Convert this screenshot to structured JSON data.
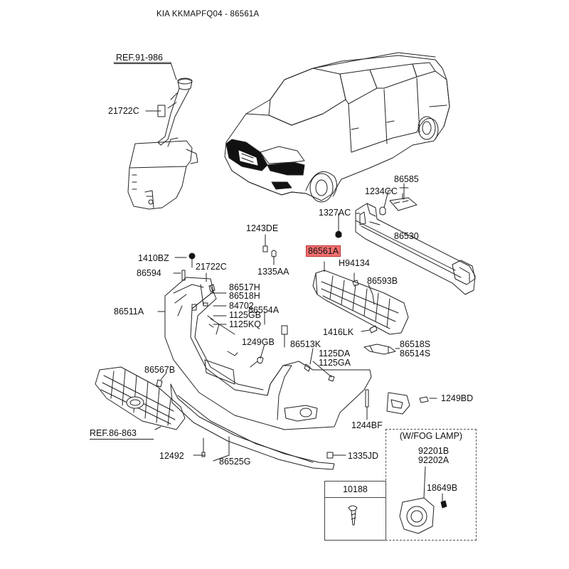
{
  "title": "KIA KKMAPFQ04 - 86561A",
  "labels": {
    "ref_91_986": "REF.91-986",
    "p21722C_top": "21722C",
    "p1243DE": "1243DE",
    "p1335AA": "1335AA",
    "p86585": "86585",
    "p1234CC": "1234CC",
    "p1327AC": "1327AC",
    "p86530": "86530",
    "p86561A": "86561A",
    "pH94134": "H94134",
    "p86593B": "86593B",
    "p1410BZ": "1410BZ",
    "p86594": "86594",
    "p21722C_mid": "21722C",
    "p86517H": "86517H",
    "p86518H": "86518H",
    "p84702": "84702",
    "p1125GB": "1125GB",
    "p1125KQ": "1125KQ",
    "p86511A": "86511A",
    "p86554A": "86554A",
    "p1416LK": "1416LK",
    "p86518S": "86518S",
    "p86514S": "86514S",
    "p1249GB": "1249GB",
    "p86513K": "86513K",
    "p1125DA": "1125DA",
    "p1125GA": "1125GA",
    "p86567B": "86567B",
    "p1249BD": "1249BD",
    "p1244BF": "1244BF",
    "ref_86_863": "REF.86-863",
    "p12492": "12492",
    "p86525G": "86525G",
    "p1335JD": "1335JD",
    "p10188": "10188",
    "fog_lamp_title": "(W/FOG LAMP)",
    "p92201B": "92201B",
    "p92202A": "92202A",
    "p18649B": "18649B"
  },
  "highlight_part": "86561A",
  "colors": {
    "highlight": "#f26f6f",
    "line": "#222222"
  }
}
